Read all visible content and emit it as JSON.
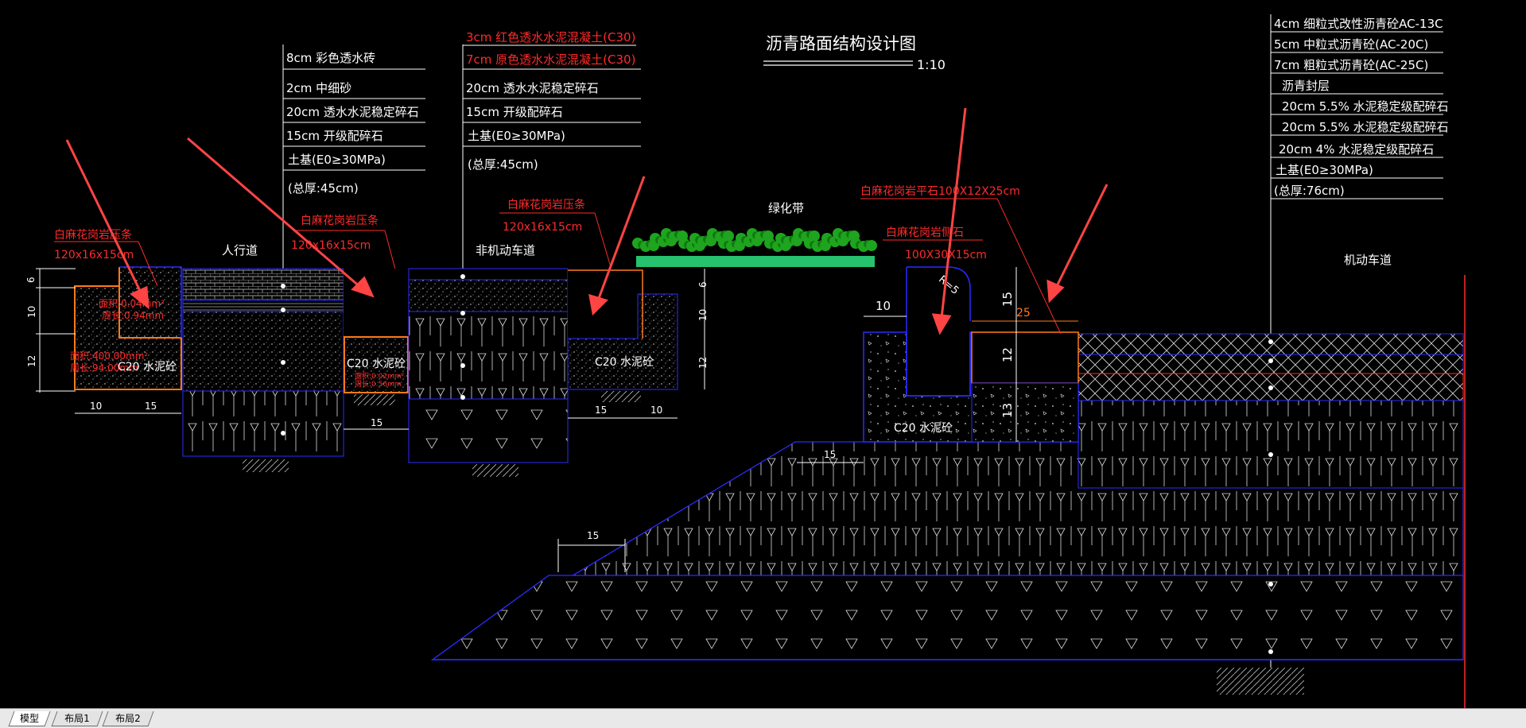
{
  "drawing": {
    "title": "沥青路面结构设计图",
    "scale": "1:10",
    "zones": {
      "sidewalk": "人行道",
      "bike_lane": "非机动车道",
      "green_belt": "绿化带",
      "motor_lane": "机动车道"
    },
    "sidewalk_layers": [
      "8cm 彩色透水砖",
      "2cm 中细砂",
      "20cm 透水水泥稳定碎石",
      "15cm 开级配碎石",
      "土基(E0≥30MPa)",
      "(总厚:45cm)"
    ],
    "bike_layers": [
      "3cm 红色透水水泥混凝土(C30)",
      "7cm 原色透水水泥混凝土(C30)",
      "20cm 透水水泥稳定碎石",
      "15cm 开级配碎石",
      "土基(E0≥30MPa)",
      "(总厚:45cm)"
    ],
    "motor_layers": [
      "4cm 细粒式改性沥青砼AC-13C",
      "5cm 中粒式沥青砼(AC-20C)",
      "7cm 粗粒式沥青砼(AC-25C)",
      "沥青封层",
      "20cm 5.5% 水泥稳定级配碎石",
      "20cm 5.5% 水泥稳定级配碎石",
      "20cm 4% 水泥稳定级配碎石",
      "土基(E0≥30MPa)",
      "(总厚:76cm)"
    ],
    "curbs": {
      "c1_name": "白麻花岗岩压条",
      "c1_size": "120x16x15cm",
      "c2_name": "白麻花岗岩压条",
      "c2_size": "120x16x15cm",
      "c3_name": "白麻花岗岩压条",
      "c3_size": "120x16x15cm",
      "c4_name": "白麻花岗岩平石100X12X25cm",
      "c5_name": "白麻花岗岩侧石",
      "c5_size": "100X30X15cm"
    },
    "concrete": "C20 水泥砼",
    "area1": "面积:0.04mm²",
    "perim1": "周长:0.94mm",
    "area2": "面积:400.00mm²",
    "perim2": "周长:94.00mm",
    "area3": "面积:0.02mm²",
    "perim3": "周长:0.56mm",
    "radius": "R=5",
    "dims": {
      "d6": "6",
      "d10": "10",
      "d12": "12",
      "d13": "13",
      "d15": "15",
      "d25": "25"
    }
  },
  "tabs": [
    {
      "label": "模型",
      "active": true
    },
    {
      "label": "布局1",
      "active": false
    },
    {
      "label": "布局2",
      "active": false
    }
  ],
  "colors": {
    "background": "#000000",
    "outline_blue": "#2b2bff",
    "annotation_red": "#ff2a2a",
    "curb_orange": "#ff7a1a",
    "text_white": "#ffffff",
    "arrow": "#ff4444",
    "hedge_green": "#1ea41e"
  }
}
